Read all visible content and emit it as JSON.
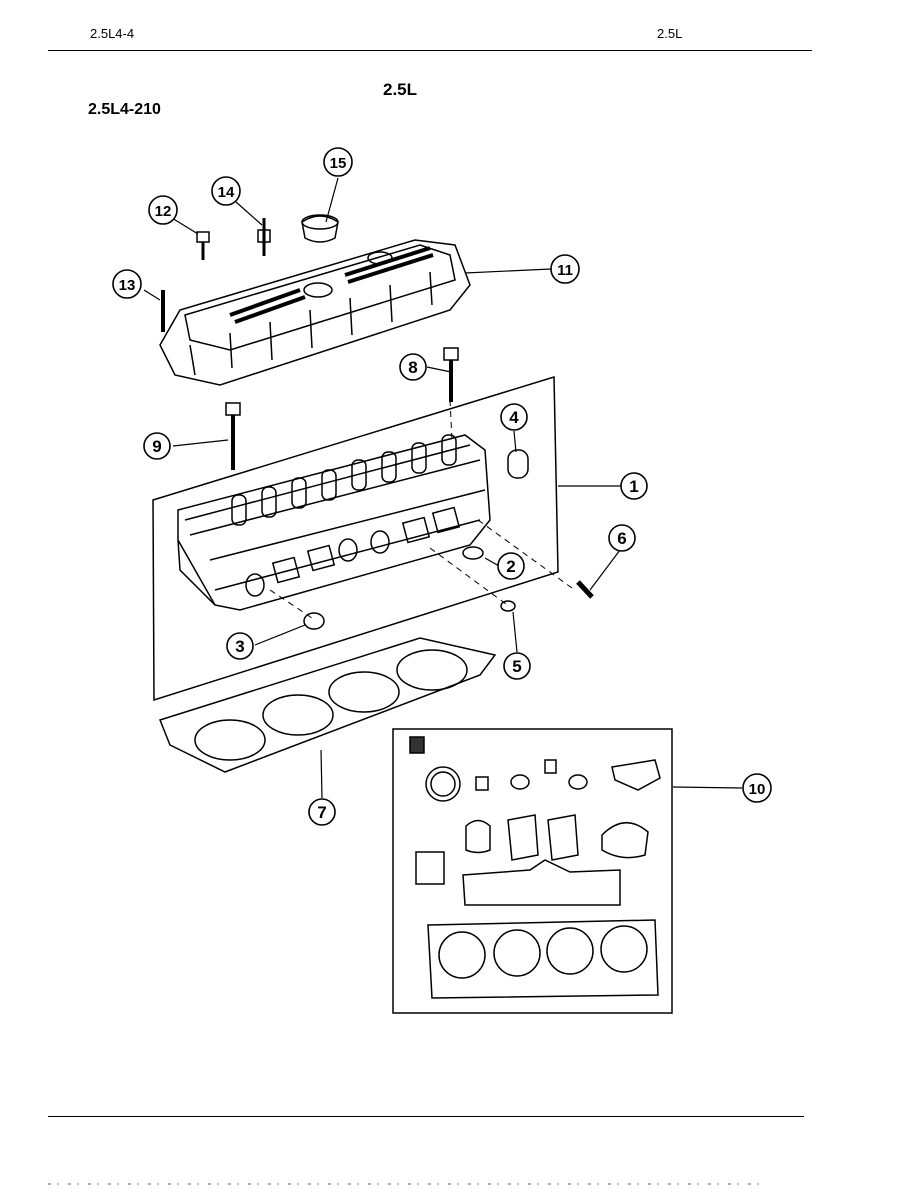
{
  "header": {
    "left": "2.5L4-4",
    "right": "2.5L"
  },
  "title": "2.5L",
  "figure_id": "2.5L4-210",
  "callouts": [
    "1",
    "2",
    "3",
    "4",
    "5",
    "6",
    "7",
    "8",
    "9",
    "10",
    "11",
    "12",
    "13",
    "14",
    "15"
  ]
}
